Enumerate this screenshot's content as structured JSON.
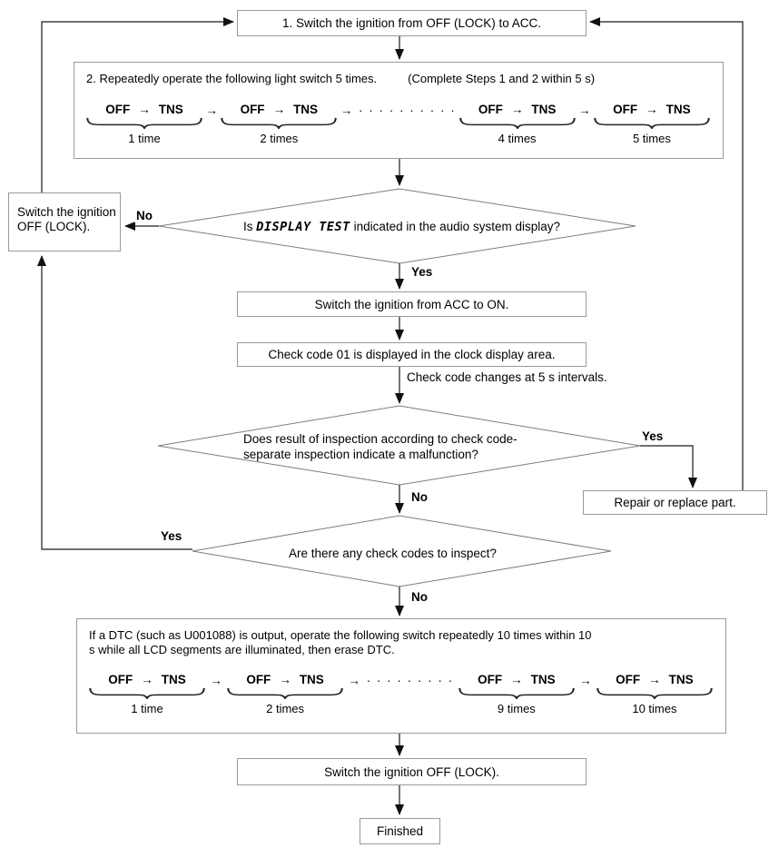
{
  "colors": {
    "line": "#1a1a1a",
    "box_border": "#9a9a9a",
    "diamond_border": "#7d7d7d",
    "text": "#000000",
    "background": "#ffffff"
  },
  "flowchart": {
    "step1": "1. Switch the ignition from OFF (LOCK) to ACC.",
    "step2": {
      "title": "2. Repeatedly operate the following light switch 5 times.",
      "note": "(Complete Steps 1 and 2 within 5 s)",
      "sequence": {
        "off": "OFF",
        "tns": "TNS",
        "arrow": "→",
        "dots": "· · · · · · · · · ·",
        "labels": [
          "1 time",
          "2 times",
          "4 times",
          "5 times"
        ]
      }
    },
    "decision1": {
      "prefix": "Is",
      "lcd": "DISPLAY TEST",
      "suffix": "indicated in the audio system display?",
      "yes": "Yes",
      "no": "No"
    },
    "off_lock_box": {
      "line1": "Switch the ignition",
      "line2": "OFF (LOCK)."
    },
    "acc_on_box": "Switch the ignition from ACC to ON.",
    "check_code_box": "Check code 01 is displayed in the clock display area.",
    "annotation": "Check code changes at 5 s intervals.",
    "decision2": {
      "line1": "Does result of inspection according to check code-",
      "line2": "separate inspection indicate a malfunction?",
      "yes": "Yes",
      "no": "No"
    },
    "repair_box": "Repair or replace part.",
    "decision3": {
      "text": "Are there any check codes to inspect?",
      "yes": "Yes",
      "no": "No"
    },
    "dtc_box": {
      "line1": "If a DTC (such as U001088) is output, operate the following switch repeatedly 10 times within 10",
      "line2": "s while all LCD segments are illuminated, then erase DTC.",
      "sequence": {
        "off": "OFF",
        "tns": "TNS",
        "arrow": "→",
        "dots": "· · · · · · · · ·",
        "labels": [
          "1 time",
          "2 times",
          "9 times",
          "10 times"
        ]
      }
    },
    "off_lock_box2": "Switch the ignition OFF (LOCK).",
    "finished_box": "Finished"
  }
}
